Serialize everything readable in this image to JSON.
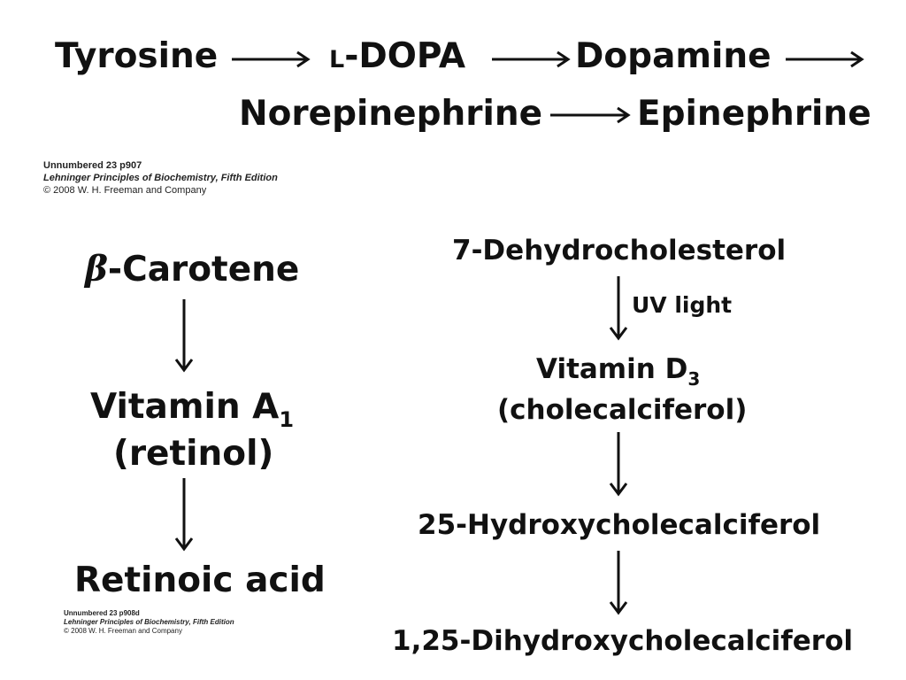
{
  "pathway_catecholamine": {
    "tyrosine": "Tyrosine",
    "l_prefix": "L",
    "l_dopa_rest": "-DOPA",
    "dopamine": "Dopamine",
    "norepinephrine": "Norepinephrine",
    "epinephrine": "Epinephrine"
  },
  "caption_1": {
    "line1": "Unnumbered 23 p907",
    "line2": "Lehninger Principles of Biochemistry, Fifth Edition",
    "line3": "© 2008 W. H. Freeman and Company"
  },
  "pathway_vitamin_a": {
    "beta": "β",
    "carotene_rest": "-Carotene",
    "vitamin_a_base": "Vitamin A",
    "vitamin_a_sub": "1",
    "retinol": "(retinol)",
    "retinoic_acid": "Retinoic acid"
  },
  "caption_2": {
    "line1": "Unnumbered 23 p908d",
    "line2": "Lehninger Principles of Biochemistry, Fifth Edition",
    "line3": "© 2008 W. H. Freeman and Company"
  },
  "pathway_vitamin_d": {
    "dehydrocholesterol": "7-Dehydrocholesterol",
    "uv_light": "UV light",
    "vitamin_d_base": "Vitamin D",
    "vitamin_d_sub": "3",
    "cholecalciferol": "(cholecalciferol)",
    "hydroxy": "25-Hydroxycholecalciferol",
    "dihydroxy": "1,25-Dihydroxycholecalciferol"
  }
}
